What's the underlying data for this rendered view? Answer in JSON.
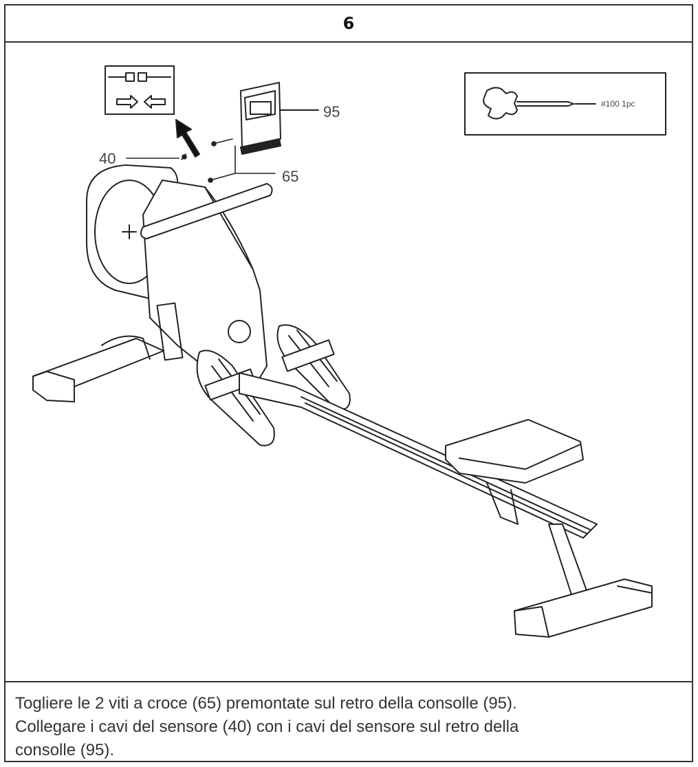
{
  "step": {
    "number": "6"
  },
  "figure": {
    "callouts": {
      "console": "95",
      "sensor_cable": "40",
      "screws": "65"
    },
    "parts_box": {
      "label": "#100 1pc"
    }
  },
  "instructions": {
    "line1": "Togliere le 2 viti a croce (65) premontate sul retro della consolle (95).",
    "line2": "Collegare i cavi del sensore (40) con i cavi del sensore sul retro della",
    "line3": "consolle (95)."
  }
}
